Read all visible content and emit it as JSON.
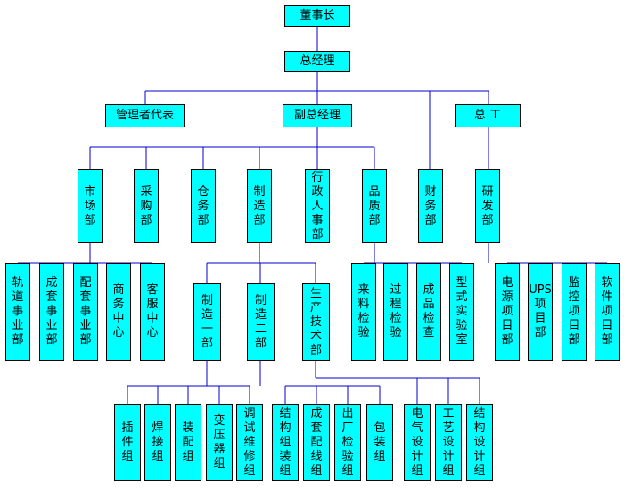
{
  "nodes": {
    "chairman": "董事长",
    "gm": "总经理",
    "mgmt_rep": "管理者代表",
    "deputy_gm": "副总经理",
    "chief_engineer": "总 工",
    "market": "市场部",
    "purchase": "采购部",
    "warehouse": "仓务部",
    "manufacture": "制造部",
    "admin_hr": "行政人事部",
    "quality": "品质部",
    "finance": "财务部",
    "rnd": "研发部",
    "rail": "轨道事业部",
    "complete_set": "成套事业部",
    "supporting": "配套事业部",
    "business_center": "商务中心",
    "customer_center": "客服中心",
    "mfg1": "制造一部",
    "mfg2": "制造二部",
    "prod_tech": "生产技术部",
    "incoming_inspect": "来料检验",
    "process_inspect": "过程检验",
    "finished_inspect": "成品检查",
    "type_test_lab": "型式实验室",
    "power_project": "电源项目部",
    "ups_project": "UPS项目部",
    "monitor_project": "监控项目部",
    "software_project": "软件项目部",
    "plugin_group": "插件组",
    "welding_group": "焊接组",
    "assembly_group": "装配组",
    "transformer_group": "变压器组",
    "debug_repair_group": "调试维修组",
    "struct_assembly_group": "结构组装组",
    "set_wiring_group": "成套配线组",
    "outgoing_inspect_group": "出厂检验组",
    "packing_group": "包装组",
    "electrical_design_group": "电气设计组",
    "process_design_group": "工艺设计组",
    "struct_design_group": "结构设计组"
  },
  "colors": {
    "box_fill": "#00ffff",
    "box_border": "#000000",
    "line": "#0000cc"
  }
}
